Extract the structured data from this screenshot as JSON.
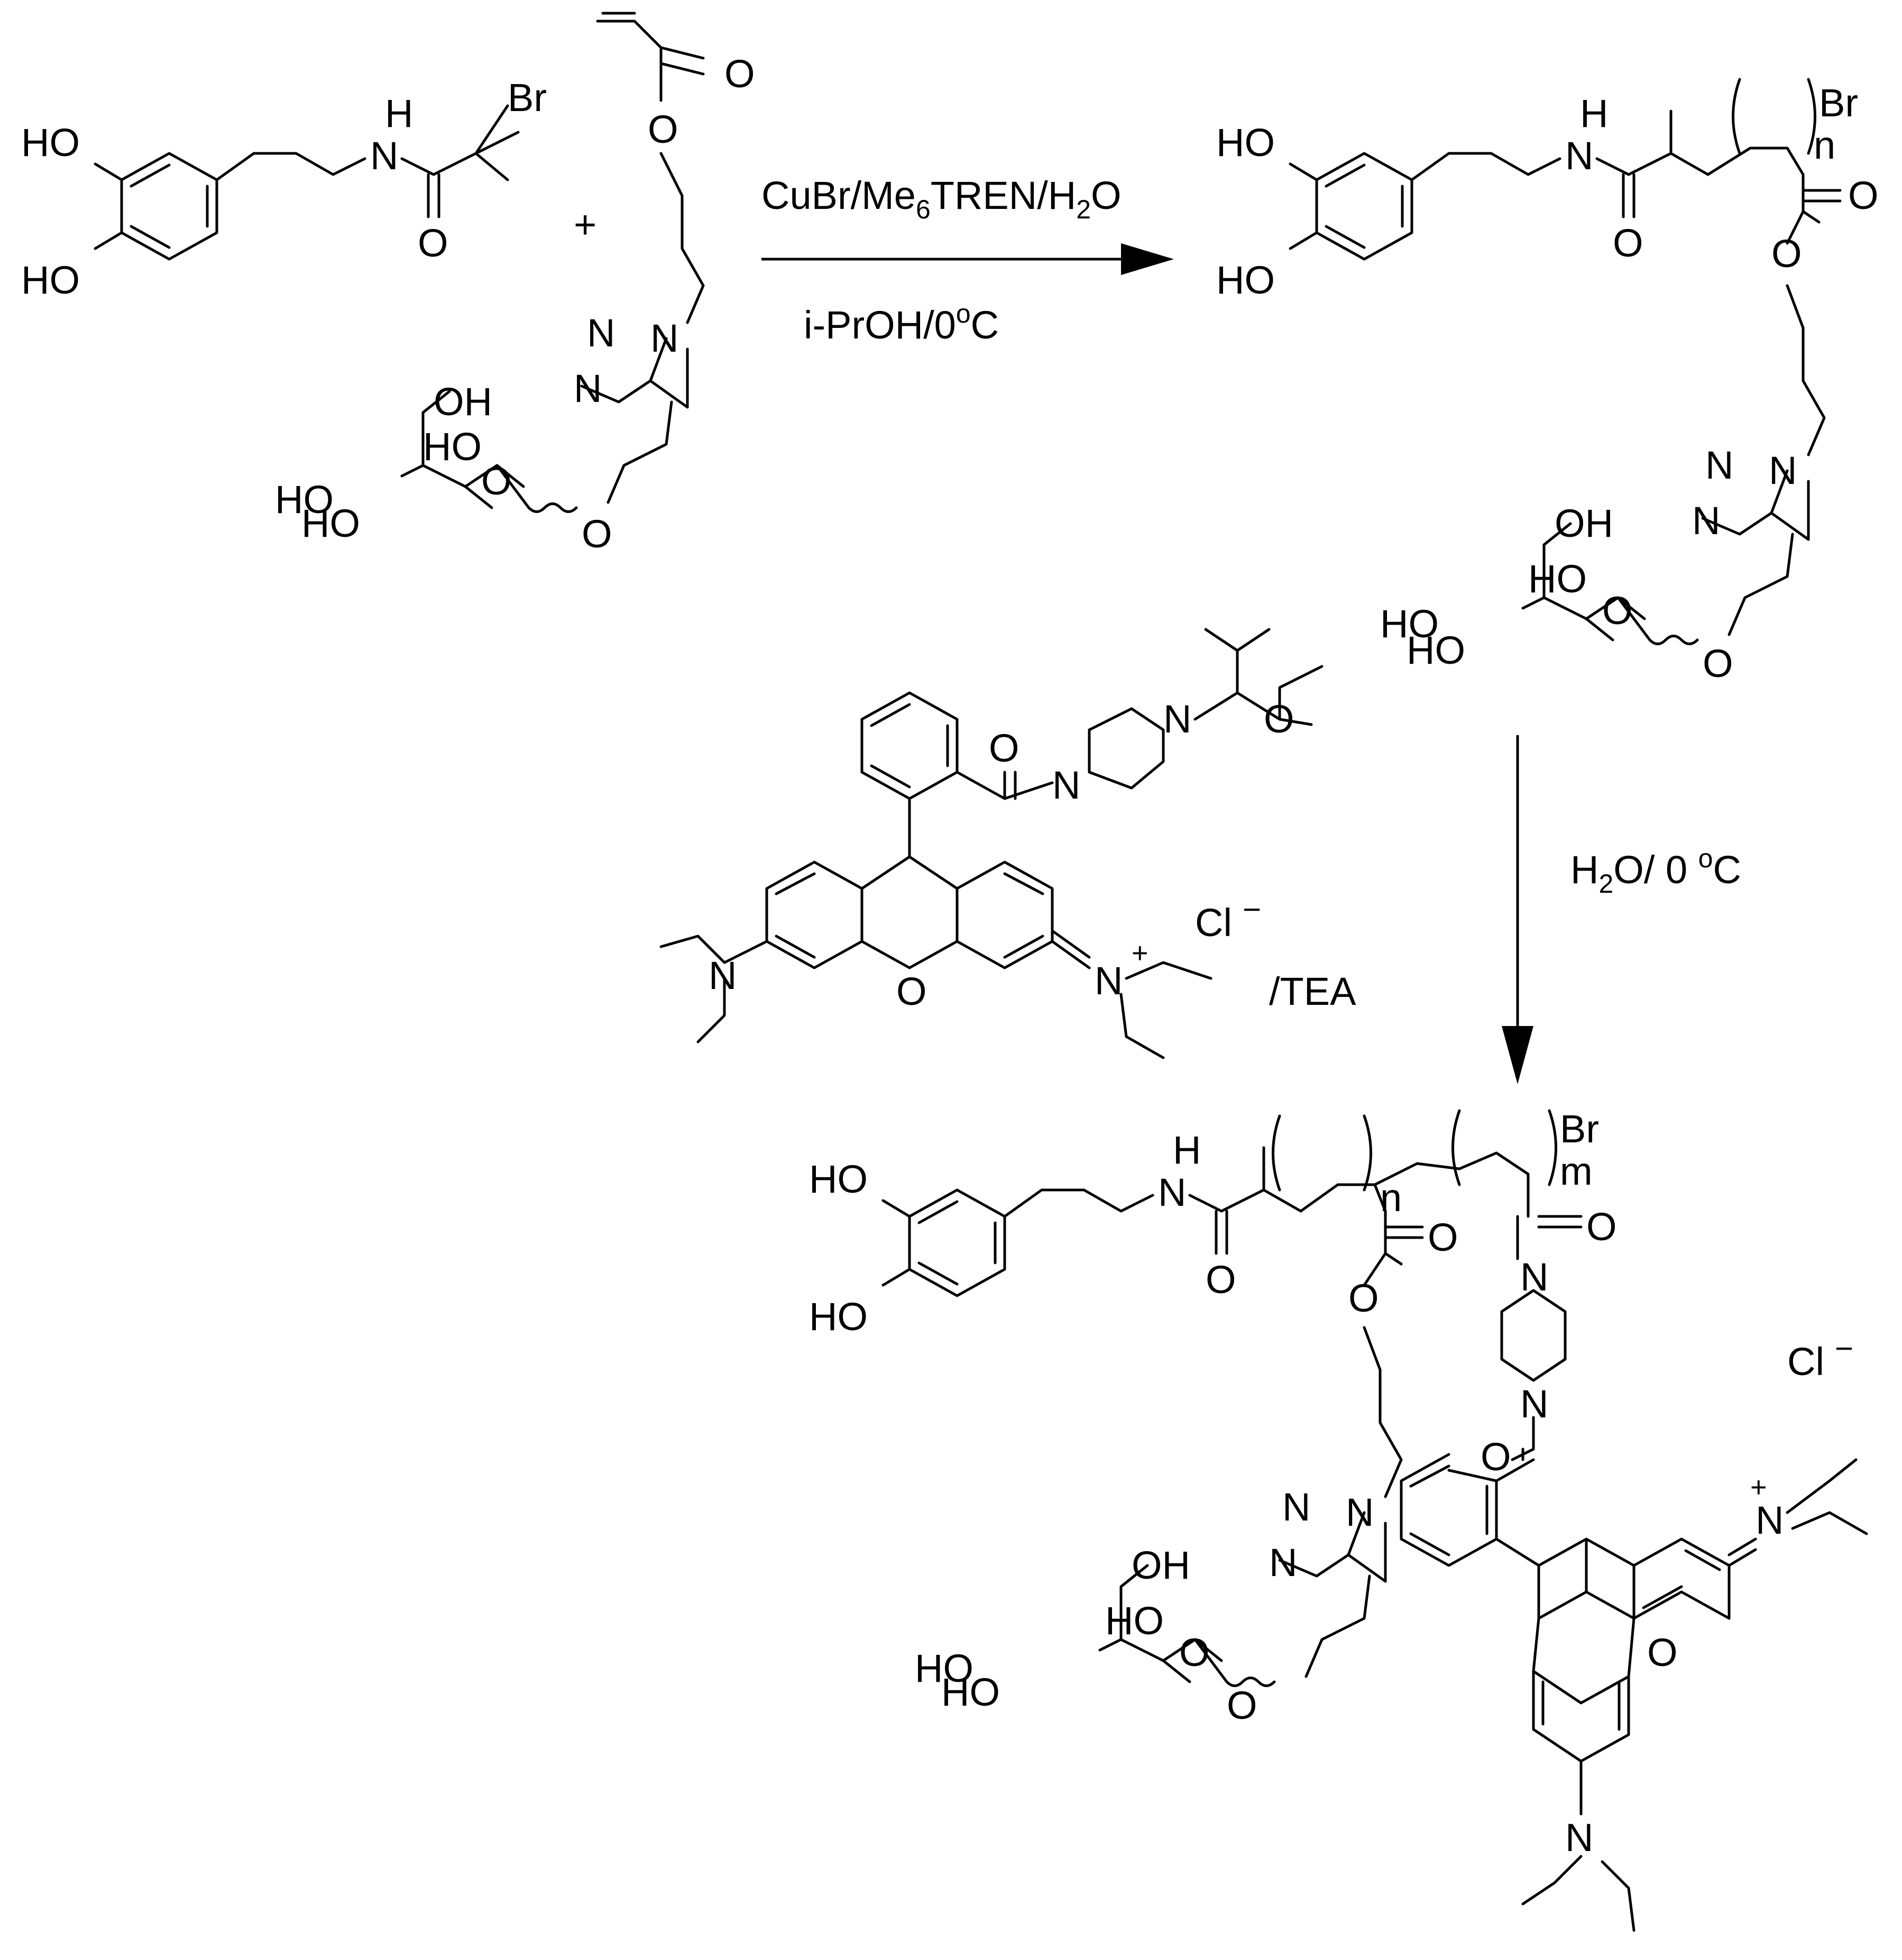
{
  "reaction_scheme": {
    "step1": {
      "plus_sign": "+",
      "conditions_line1_prefix": "CuBr/Me",
      "conditions_line1_subscript": "6",
      "conditions_line1_middle": "TREN/H",
      "conditions_line1_subscript2": "2",
      "conditions_line1_suffix": "O",
      "conditions_line2_prefix": "i-PrOH/0",
      "conditions_line2_superscript": "o",
      "conditions_line2_suffix": "C"
    },
    "step2": {
      "conditions_prefix": "H",
      "conditions_subscript": "2",
      "conditions_middle": "O/ 0 ",
      "conditions_superscript": "o",
      "conditions_suffix": "C",
      "base_label": "/TEA"
    },
    "atoms": {
      "HO": "HO",
      "OH": "OH",
      "H": "H",
      "N": "N",
      "O": "O",
      "Br": "Br",
      "n": "n",
      "m": "m",
      "Cl": "Cl",
      "minus": "−",
      "plus": "+"
    }
  }
}
